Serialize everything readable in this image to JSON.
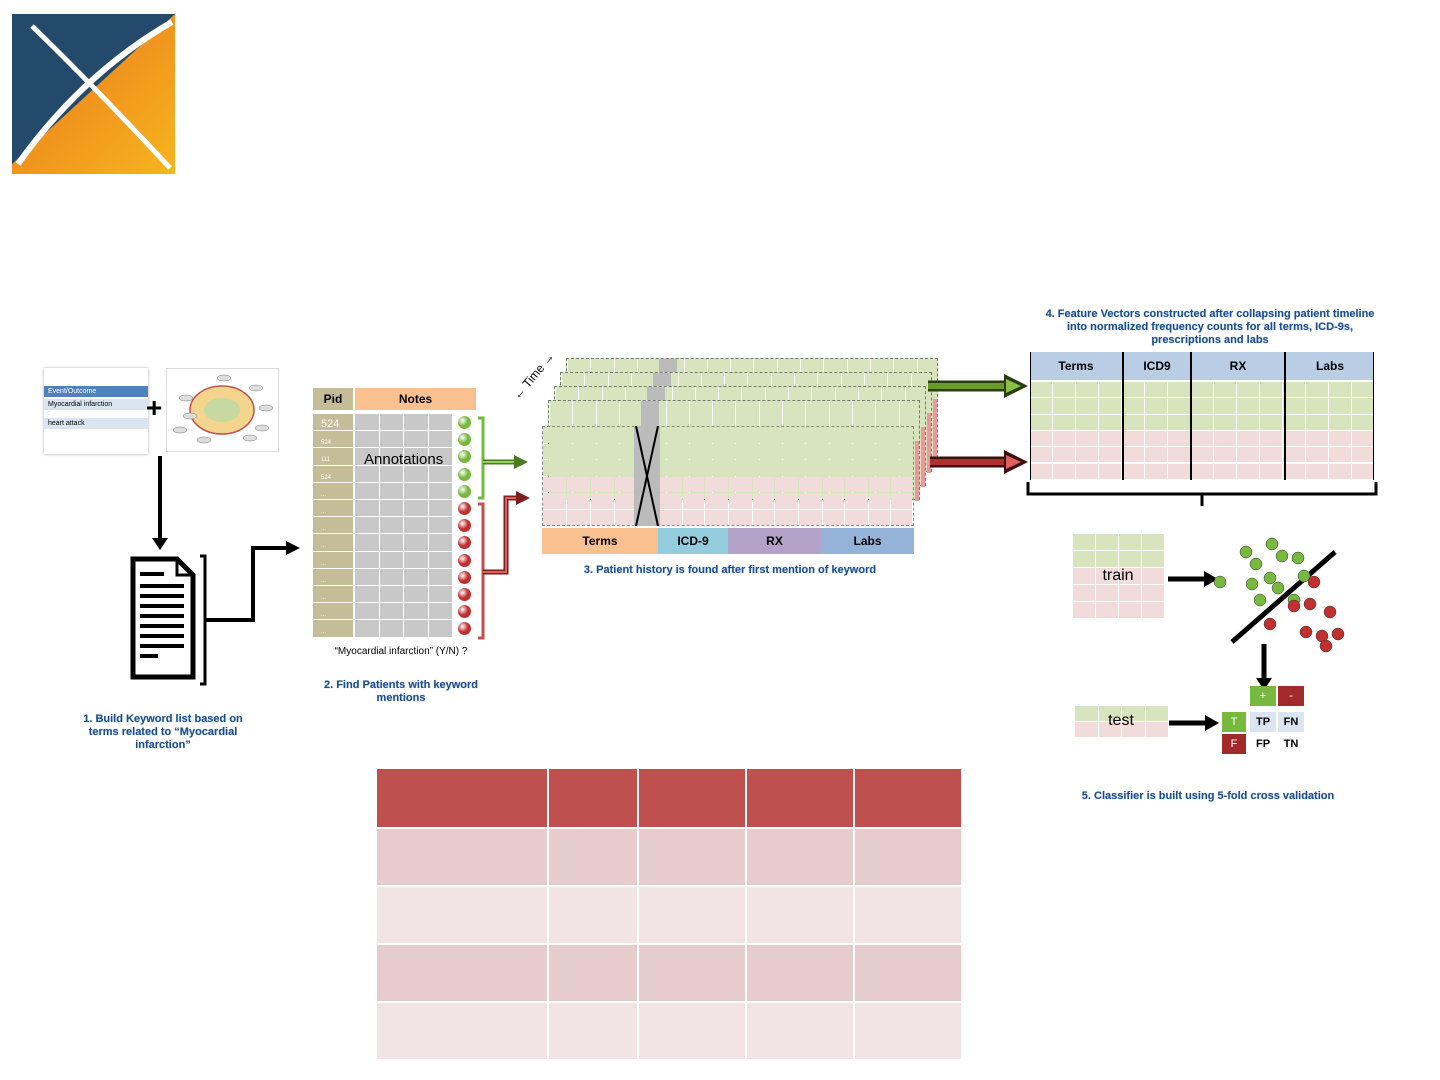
{
  "step1": {
    "list_header": "Event/Outcome",
    "list_items": [
      "Myocardial infarction",
      ":",
      "heart attack"
    ],
    "caption": "1. Build Keyword list based on terms related to “Myocardial infarction”"
  },
  "step2": {
    "col_pid": "Pid",
    "col_notes": "Notes",
    "pids": [
      "524",
      "524",
      "111",
      "524",
      "...",
      "...",
      "...",
      "...",
      "...",
      "...",
      "...",
      "...",
      "..."
    ],
    "overlay": "Annotations",
    "question": "“Myocardial infarction” (Y/N) ?",
    "caption": "2. Find Patients with keyword mentions"
  },
  "step3": {
    "time_label": "← Time →",
    "columns": [
      "Terms",
      "ICD-9",
      "RX",
      "Labs"
    ],
    "caption": "3. Patient history is found after first mention of keyword"
  },
  "step4": {
    "caption": "4. Feature Vectors constructed after collapsing patient timeline into normalized frequency counts for all terms, ICD-9s, prescriptions and labs",
    "columns": [
      "Terms",
      "ICD9",
      "RX",
      "Labs"
    ]
  },
  "step5": {
    "train_label": "train",
    "test_label": "test",
    "matrix": {
      "plus": "+",
      "minus": "-",
      "T": "T",
      "F": "F",
      "TP": "TP",
      "FN": "FN",
      "FP": "FP",
      "TN": "TN"
    },
    "caption": "5. Classifier is built using 5-fold cross validation"
  },
  "colors": {
    "green_row": "#d7e4bd",
    "pink_row": "#f2dcdb",
    "terms_header": "#fac090",
    "icd_header": "#93cddd",
    "rx_header": "#b3a2c7",
    "labs_header": "#95b3d7",
    "step4_header": "#b9cde5",
    "table_header": "#c0504d",
    "dot_green": "#77b83e",
    "dot_red": "#c0302f"
  }
}
